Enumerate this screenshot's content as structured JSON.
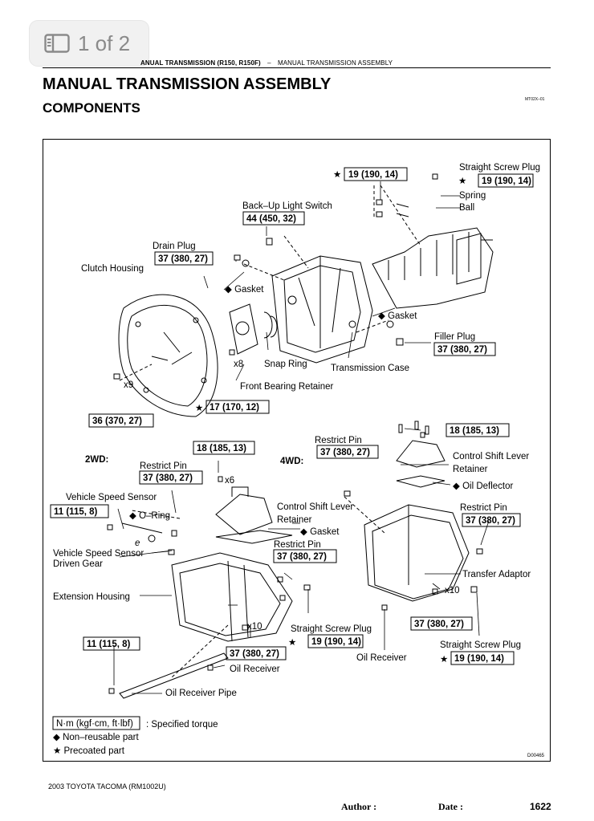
{
  "viewer": {
    "page_indicator": "1 of 2",
    "icon": "sidebar-icon"
  },
  "header": {
    "crumb_left": "ANUAL TRANSMISSION (R150, R150F)",
    "crumb_sep": "–",
    "crumb_right": "MANUAL TRANSMISSION ASSEMBLY",
    "title": "MANUAL TRANSMISSION ASSEMBLY",
    "subtitle": "COMPONENTS",
    "ref": "MT02X–01"
  },
  "diagram": {
    "figure_id": "D00465",
    "labels": {
      "straight_screw_plug_top": "Straight Screw Plug",
      "spring": "Spring",
      "ball": "Ball",
      "backup_light_switch": "Back–Up Light Switch",
      "drain_plug": "Drain Plug",
      "clutch_housing": "Clutch Housing",
      "gasket_1": "Gasket",
      "gasket_2": "Gasket",
      "filler_plug": "Filler Plug",
      "snap_ring": "Snap Ring",
      "transmission_case": "Transmission Case",
      "front_bearing_retainer": "Front Bearing Retainer",
      "x8": "x8",
      "x9": "x9",
      "wd2": "2WD:",
      "wd4": "4WD:",
      "restrict_pin_a": "Restrict Pin",
      "restrict_pin_b": "Restrict Pin",
      "restrict_pin_c": "Restrict Pin",
      "restrict_pin_d": "Restrict Pin",
      "x6": "x6",
      "control_shift_lever_retainer_2wd": "Control Shift Lever\nRetainer",
      "control_shift_lever_retainer_4wd": "Control Shift Lever\nRetainer",
      "oil_deflector": "Oil Deflector",
      "vehicle_speed_sensor": "Vehicle Speed Sensor",
      "o_ring": "O–Ring",
      "gasket_3": "Gasket",
      "vss_driven_gear": "Vehicle Speed Sensor\nDriven Gear",
      "extension_housing": "Extension Housing",
      "transfer_adaptor": "Transfer Adaptor",
      "x10_a": "x10",
      "x10_b": "x10",
      "straight_screw_plug_a": "Straight Screw Plug",
      "straight_screw_plug_b": "Straight Screw Plug",
      "oil_receiver_a": "Oil Receiver",
      "oil_receiver_b": "Oil Receiver",
      "oil_receiver_pipe": "Oil Receiver Pipe",
      "e_mark": "e"
    },
    "torques": {
      "t_top": "19 (190, 14)",
      "t_plug_top": "19 (190, 14)",
      "t_backup": "44 (450, 32)",
      "t_drain": "37 (380, 27)",
      "t_filler": "37 (380, 27)",
      "t_fbr": "17 (170, 12)",
      "t_clutch": "36 (370, 27)",
      "t_2wd_top": "18 (185, 13)",
      "t_4wd_top": "18 (185, 13)",
      "t_rp_2wd": "37 (380, 27)",
      "t_rp_4wd": "37 (380, 27)",
      "t_vss": "11 (115, 8)",
      "t_rp_ext": "37 (380, 27)",
      "t_rp_ta": "37 (380, 27)",
      "t_ta_bolts": "37 (380, 27)",
      "t_ssp_2wd": "19 (190, 14)",
      "t_ssp_4wd": "19 (190, 14)",
      "t_pipe": "11 (115, 8)",
      "t_ext_bolts": "37 (380, 27)"
    },
    "legend": {
      "unit": "N·m (kgf·cm, ft·lbf)",
      "unit_desc": ": Specified torque",
      "nonreusable": "Non–reusable part",
      "precoated": "Precoated part"
    },
    "symbols": {
      "star": "★",
      "diamond": "◆"
    }
  },
  "footer": {
    "model": "2003 TOYOTA TACOMA   (RM1002U)",
    "author": "Author :",
    "date": "Date :",
    "page": "1622"
  }
}
